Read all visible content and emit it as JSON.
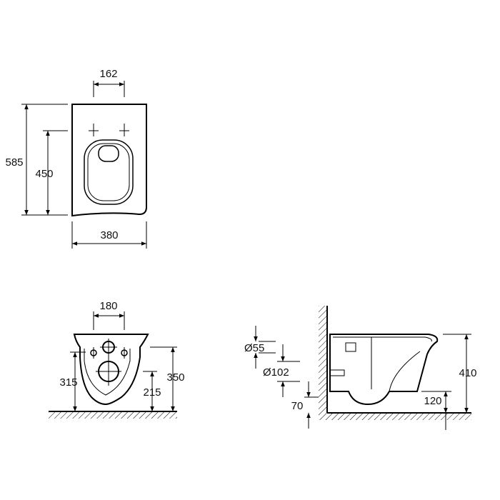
{
  "top_view": {
    "width_label": "380",
    "length_label": "585",
    "inner_length_label": "450",
    "bolt_spacing_label": "162"
  },
  "front_view": {
    "bolt_spacing_label": "180",
    "left_height_label": "315",
    "right_height_label": "350",
    "inner_height_label": "215"
  },
  "side_view": {
    "diameter_small_label": "Ø55",
    "diameter_large_label": "Ø102",
    "height_label": "410",
    "outlet_height_label": "120",
    "floor_offset_label": "70"
  },
  "colors": {
    "line": "#000000",
    "background": "#ffffff"
  }
}
